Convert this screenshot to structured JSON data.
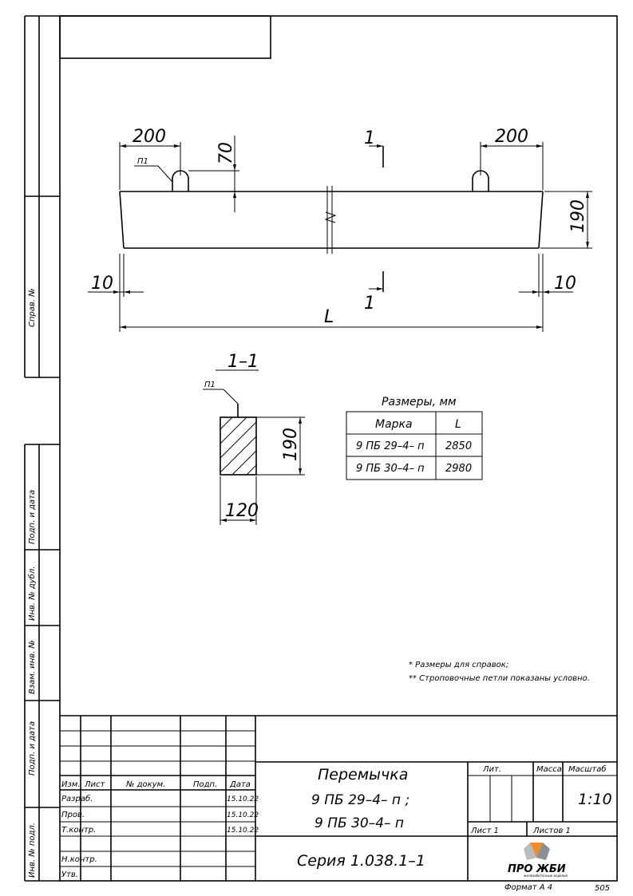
{
  "side_stamps": [
    "Справ. №",
    "Подп. и дата",
    "Инв. № дубл.",
    "Взам. инв. №",
    "Подп. и дата",
    "Инв. № подл."
  ],
  "drawing": {
    "dim_left_loop": "200",
    "dim_right_loop": "200",
    "dim_loop_height": "70",
    "section_mark_top": "1",
    "section_mark_bottom": "1",
    "dim_height": "190",
    "dim_left_bevel": "10",
    "dim_right_bevel": "10",
    "dim_length": "L",
    "loop_label": "П1"
  },
  "section": {
    "title": "1–1",
    "loop_label": "П1",
    "dim_height": "190",
    "dim_width": "120"
  },
  "sizes_table": {
    "caption": "Размеры, мм",
    "headers": [
      "Марка",
      "L"
    ],
    "rows": [
      [
        "9 ПБ 29–4– п",
        "2850"
      ],
      [
        "9 ПБ 30–4– п",
        "2980"
      ]
    ]
  },
  "notes": [
    "* Размеры для справок;",
    "** Строповочные петли показаны условно."
  ],
  "title_block": {
    "col_headers": [
      "Изм.",
      "Лист",
      "№ докум.",
      "Подп.",
      "Дата"
    ],
    "roles": [
      "Разраб.",
      "Пров.",
      "Т.контр.",
      "",
      "Н.контр.",
      "Утв."
    ],
    "dates": [
      "15.10.22",
      "15.10.22",
      "15.10.22"
    ],
    "product_name": "Перемычка",
    "product_mark_1": "9 ПБ 29–4– п ;",
    "product_mark_2": "9 ПБ 30–4– п",
    "series": "Серия  1.038.1–1",
    "lit_label": "Лит.",
    "mass_label": "Масса",
    "scale_label": "Масштаб",
    "scale_value": "1:10",
    "sheet_label": "Лист  1",
    "sheets_label": "Листов  1",
    "logo_text": "ПРО ЖБИ",
    "logo_sub": "железобетонные изделия"
  },
  "footer": {
    "format": "Формат А 4",
    "code": "505"
  }
}
